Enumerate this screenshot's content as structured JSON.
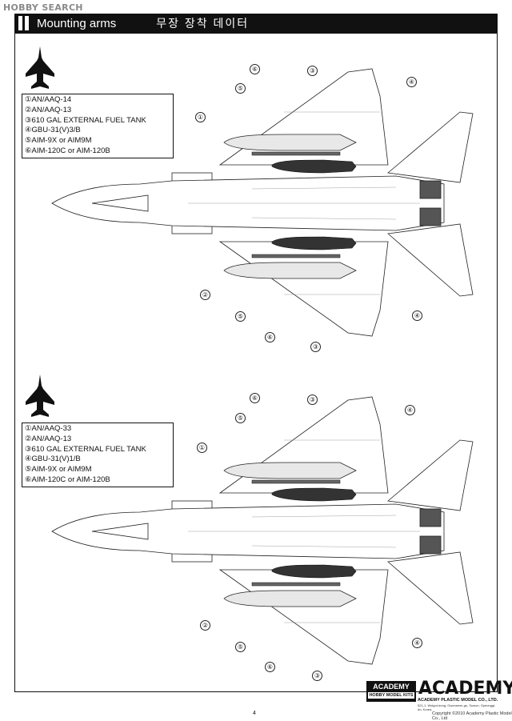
{
  "watermark": "HOBBY SEARCH",
  "header": {
    "title_en": "Mounting arms",
    "title_ko": "무장 장착 데이터"
  },
  "legend_top": [
    {
      "n": "①",
      "text": "AN/AAQ-14"
    },
    {
      "n": "②",
      "text": "AN/AAQ-13"
    },
    {
      "n": "③",
      "text": "610 GAL EXTERNAL FUEL TANK"
    },
    {
      "n": "④",
      "text": "GBU-31(V)3/B"
    },
    {
      "n": "⑤",
      "text": "AIM-9X or AIM9M"
    },
    {
      "n": "⑥",
      "text": "AIM-120C or AIM-120B"
    }
  ],
  "legend_bottom": [
    {
      "n": "①",
      "text": "AN/AAQ-33"
    },
    {
      "n": "②",
      "text": "AN/AAQ-13"
    },
    {
      "n": "③",
      "text": "610 GAL EXTERNAL FUEL TANK"
    },
    {
      "n": "④",
      "text": "GBU-31(V)1/B"
    },
    {
      "n": "⑤",
      "text": "AIM-9X or AIM9M"
    },
    {
      "n": "⑥",
      "text": "AIM-120C or AIM-120B"
    }
  ],
  "callout_numbers": {
    "c1": "①",
    "c2": "②",
    "c3": "③",
    "c4": "④",
    "c5": "⑤",
    "c6": "⑥"
  },
  "footer": {
    "logo_box_title": "ACADEMY",
    "logo_box_sub": "HOBBY MODEL KITS",
    "brand": "ACADEMY",
    "brand_sub": "ACADEMY PLASTIC MODEL CO., LTD.",
    "brand_addr": "521-1, Wolgot-dong, Gwonseon-gu, Suwon, Gyeonggi-do, Korea",
    "page": "4",
    "copyright": "Copyright ©2010 Academy Plastic Model Co., Ltd"
  }
}
